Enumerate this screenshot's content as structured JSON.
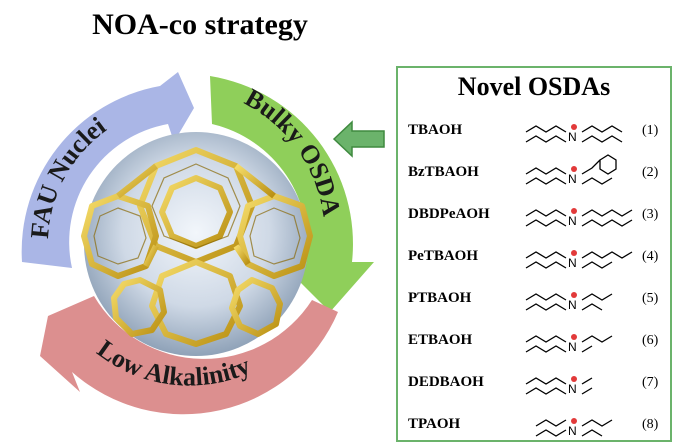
{
  "title": "NOA-co strategy",
  "cycle": {
    "segments": [
      {
        "label": "FAU Nuclei",
        "color": "#aab6e6"
      },
      {
        "label": "Bulky OSDA",
        "color": "#8fcf5a"
      },
      {
        "label": "Low Alkalinity",
        "color": "#dc8f8f"
      }
    ]
  },
  "osda_panel": {
    "title": "Novel OSDAs",
    "border_color": "#6bb36b",
    "items": [
      {
        "abbr": "TBAOH",
        "number": "(1)"
      },
      {
        "abbr": "BzTBAOH",
        "number": "(2)"
      },
      {
        "abbr": "DBDPeAOH",
        "number": "(3)"
      },
      {
        "abbr": "PeTBAOH",
        "number": "(4)"
      },
      {
        "abbr": "PTBAOH",
        "number": "(5)"
      },
      {
        "abbr": "ETBAOH",
        "number": "(6)"
      },
      {
        "abbr": "DEDBAOH",
        "number": "(7)"
      },
      {
        "abbr": "TPAOH",
        "number": "(8)"
      }
    ],
    "nitrogen_label": "N"
  }
}
